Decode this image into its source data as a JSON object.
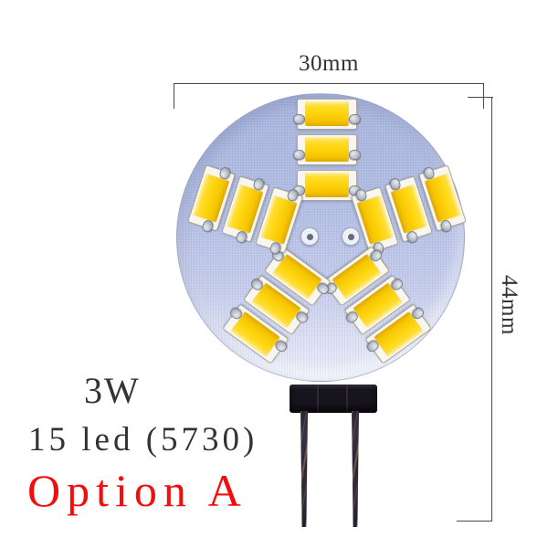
{
  "dimensions": {
    "width_label": "30mm",
    "height_label": "44mm"
  },
  "labels": {
    "wattage": "3W",
    "led_spec": "15 led (5730)",
    "option": "Option A"
  },
  "bulb": {
    "arm_count": 5,
    "leds_per_arm": 3,
    "total_leds": 15,
    "hole_count": 2,
    "pin_count": 2,
    "colors": {
      "pcb": "#b0bce2",
      "led_yellow": "#ffd90f",
      "led_package": "#f8f6ee",
      "base_black": "#17141d",
      "dimension_line": "#4a4a4a",
      "text_dark": "#333333",
      "option_red": "#f30d0d"
    }
  }
}
